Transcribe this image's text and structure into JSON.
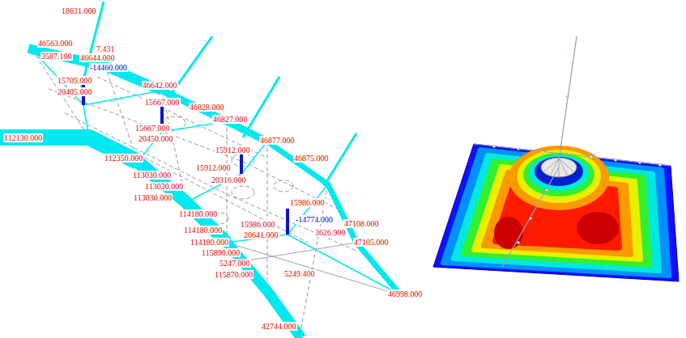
{
  "diagram": {
    "labels": [
      "18631.000",
      "46563.000",
      "7.431",
      "3587.100",
      "46644.000",
      "-14460.000",
      "15709.000",
      "20405.000",
      "46642.000",
      "15667.000",
      "46828.000",
      "15667.000",
      "20450.000",
      "46827.000",
      "112130.000",
      "112350.000",
      "15912.000",
      "46877.000",
      "15912.000",
      "20316.000",
      "113030.000",
      "113030.000",
      "113030.000",
      "46875.000",
      "114180.000",
      "15986.000",
      "-14774.000",
      "114180.000",
      "15986.000",
      "47108.000",
      "20641.000",
      "114180.000",
      "3626.900",
      "115890.000",
      "47105.000",
      "5247.000",
      "115870.000",
      "5249.400",
      "46998.000",
      "42744.000"
    ]
  }
}
